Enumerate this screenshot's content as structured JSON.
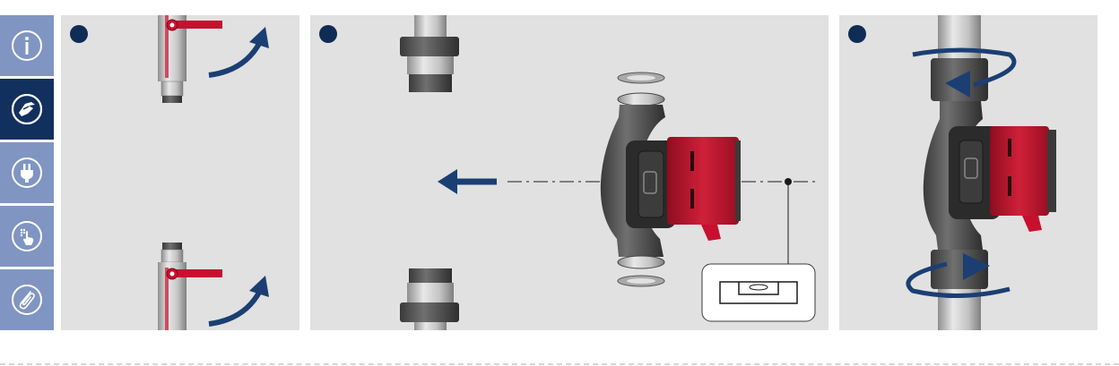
{
  "colors": {
    "nav_inactive": "#8095c2",
    "nav_active": "#12305e",
    "panel_bg": "#e1e1e1",
    "step_dot": "#0f2c55",
    "pump_red": "#c8102e",
    "pump_body": "#2b2b2b",
    "arrow_blue": "#1b3f73",
    "pipe_metal": "#b9b9b9"
  },
  "nav": {
    "items": [
      {
        "icon": "info-icon",
        "active": false
      },
      {
        "icon": "installation-hand-icon",
        "active": true
      },
      {
        "icon": "power-plug-icon",
        "active": false
      },
      {
        "icon": "touch-operation-icon",
        "active": false
      },
      {
        "icon": "paperclip-icon",
        "active": false
      }
    ]
  },
  "steps": [
    {
      "id": "close-valves",
      "marker": "step-dot"
    },
    {
      "id": "align-pump",
      "marker": "step-dot"
    },
    {
      "id": "tighten-unions",
      "marker": "step-dot"
    }
  ]
}
